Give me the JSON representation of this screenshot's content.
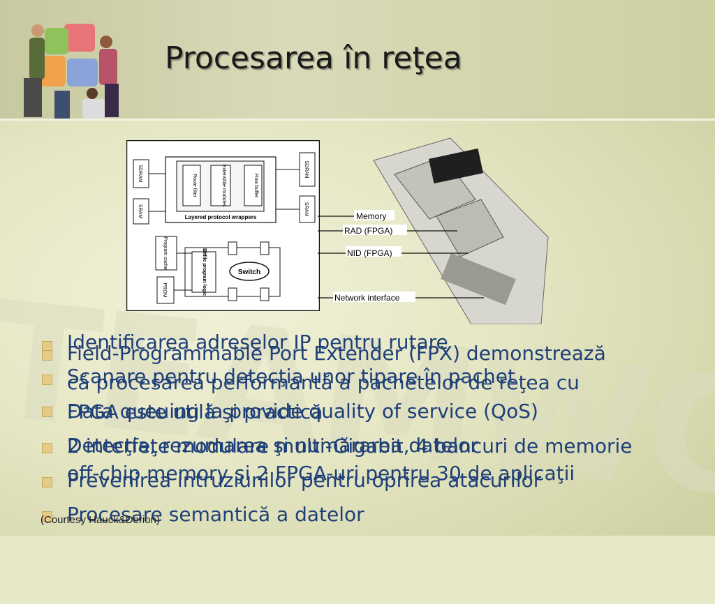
{
  "slide": {
    "title": "Procesarea în reţea",
    "watermark": "TEAMWORK",
    "credit": "(Courtesy Hauck&Derion)"
  },
  "diagram": {
    "left_labels": [
      "SDRAM",
      "SRAM",
      "Program cache",
      "PROM"
    ],
    "right_labels": [
      "SDRAM",
      "SRAM"
    ],
    "modules": [
      "Route filter",
      "Extensible modules",
      "Flow buffer"
    ],
    "wrapper_label": "Layered protocol wrappers",
    "logic_label": "Bitfile program logic",
    "switch_label": "Switch"
  },
  "board": {
    "callouts": [
      "Memory",
      "RAD (FPGA)",
      "NID (FPGA)",
      "Network interface"
    ]
  },
  "bullets_layer_a": [
    "Identificarea adreselor IP pentru rutare",
    "Scanare pentru detecţia unor tipare în pachet",
    "Data queuing la provide quality of service (QoS)",
    "Detecţia, rezumarea şi numărarea datelor",
    "Prevenirea intruziunilor pentru oprirea atacurilor",
    "Procesare semantică a datelor"
  ],
  "bullets_layer_b": [
    "Field-Programmable Port Extender (FPX) demonstrează",
    "că procesarea performantă a pachetelor de reţea cu",
    "FPGA este utilă şi practică",
    "2 interfeţe modulare multi-Gigabit, 4 bancuri de memorie",
    "off-chip memory şi 2 FPGA-uri pentru 30 de aplicaţii"
  ],
  "colors": {
    "title": "#1a1a1a",
    "bullet_text": "#1e3f78",
    "bullet_marker": "#e6cb86",
    "background": "#e7e8c8"
  }
}
